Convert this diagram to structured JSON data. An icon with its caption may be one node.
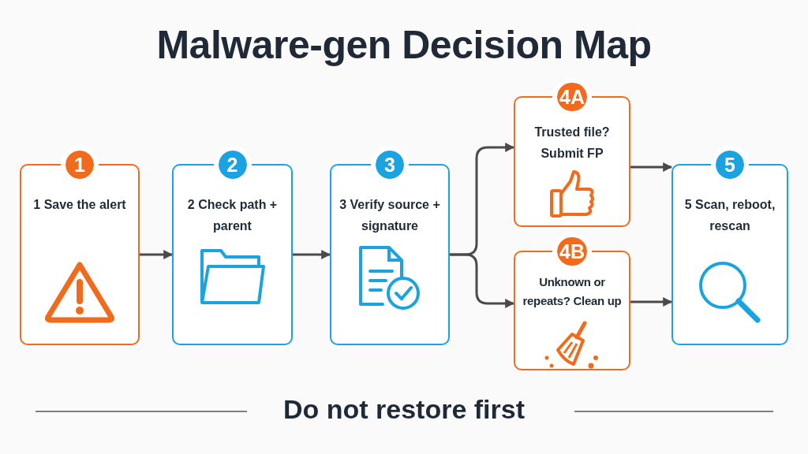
{
  "diagram": {
    "title": "Malware-gen Decision Map",
    "nodes": [
      {
        "text": [
          "1",
          "1 Save the alert"
        ]
      },
      {
        "text": [
          "2",
          "2 Check path + parent"
        ]
      },
      {
        "text": [
          "3",
          "3 Verify source + signature"
        ]
      },
      {
        "text": [
          "4A",
          "Trusted file? Submit FP"
        ]
      },
      {
        "text": [
          "4B",
          "Unknown or repeats? Clean up"
        ]
      },
      {
        "text": [
          "5",
          "5 Scan, reboot, rescan"
        ]
      }
    ],
    "edges": [
      {
        "from": 0,
        "to": 1,
        "arrow": "to"
      },
      {
        "from": 1,
        "to": 2,
        "arrow": "to"
      },
      {
        "from": 2,
        "to": 3,
        "arrow": "to"
      },
      {
        "from": 2,
        "to": 4,
        "arrow": "to"
      },
      {
        "from": 3,
        "to": 5,
        "arrow": "to"
      },
      {
        "from": 4,
        "to": 5,
        "arrow": "to"
      }
    ],
    "labels": [
      "Do not restore first"
    ]
  }
}
